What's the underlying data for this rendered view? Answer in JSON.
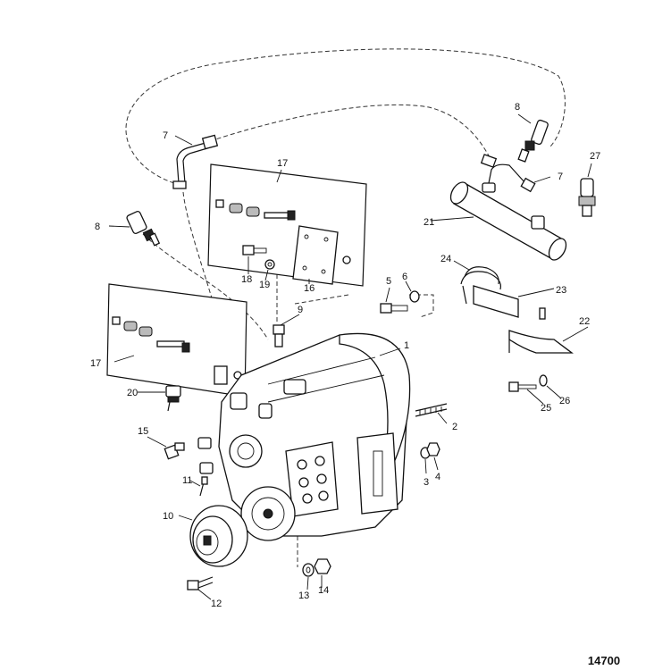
{
  "drawing_code": "14700",
  "callouts": [
    {
      "id": "c1",
      "text": "1"
    },
    {
      "id": "c2",
      "text": "2"
    },
    {
      "id": "c3",
      "text": "3"
    },
    {
      "id": "c4",
      "text": "4"
    },
    {
      "id": "c5",
      "text": "5"
    },
    {
      "id": "c6",
      "text": "6"
    },
    {
      "id": "c7a",
      "text": "7"
    },
    {
      "id": "c7b",
      "text": "7"
    },
    {
      "id": "c8a",
      "text": "8"
    },
    {
      "id": "c8b",
      "text": "8"
    },
    {
      "id": "c9",
      "text": "9"
    },
    {
      "id": "c10",
      "text": "10"
    },
    {
      "id": "c11",
      "text": "11"
    },
    {
      "id": "c12",
      "text": "12"
    },
    {
      "id": "c13",
      "text": "13"
    },
    {
      "id": "c14",
      "text": "14"
    },
    {
      "id": "c15",
      "text": "15"
    },
    {
      "id": "c16",
      "text": "16"
    },
    {
      "id": "c17a",
      "text": "17"
    },
    {
      "id": "c17b",
      "text": "17"
    },
    {
      "id": "c18",
      "text": "18"
    },
    {
      "id": "c19",
      "text": "19"
    },
    {
      "id": "c20",
      "text": "20"
    },
    {
      "id": "c21",
      "text": "21"
    },
    {
      "id": "c22",
      "text": "22"
    },
    {
      "id": "c23",
      "text": "23"
    },
    {
      "id": "c24",
      "text": "24"
    },
    {
      "id": "c25",
      "text": "25"
    },
    {
      "id": "c26",
      "text": "26"
    },
    {
      "id": "c27",
      "text": "27"
    }
  ]
}
